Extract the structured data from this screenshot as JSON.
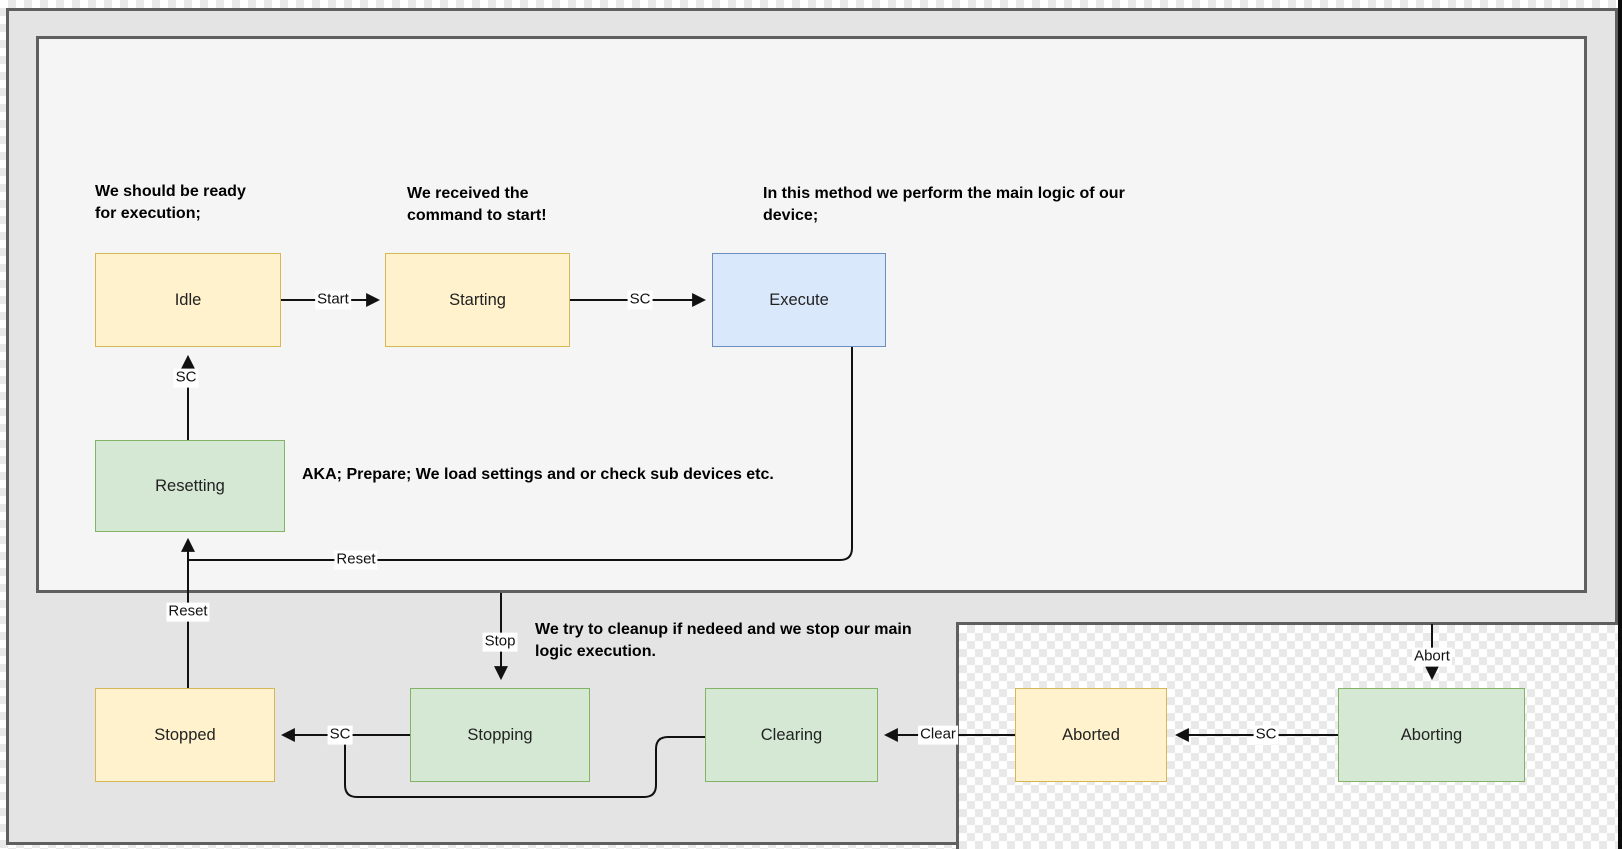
{
  "diagram": {
    "title_hint": "Device state machine diagram",
    "states": {
      "idle": {
        "label": "Idle",
        "color": "#fff2cc"
      },
      "starting": {
        "label": "Starting",
        "color": "#fff2cc"
      },
      "execute": {
        "label": "Execute",
        "color": "#dae8fc"
      },
      "resetting": {
        "label": "Resetting",
        "color": "#d5e8d4"
      },
      "stopped": {
        "label": "Stopped",
        "color": "#fff2cc"
      },
      "stopping": {
        "label": "Stopping",
        "color": "#d5e8d4"
      },
      "clearing": {
        "label": "Clearing",
        "color": "#d5e8d4"
      },
      "aborted": {
        "label": "Aborted",
        "color": "#fff2cc"
      },
      "aborting": {
        "label": "Aborting",
        "color": "#d5e8d4"
      }
    },
    "transitions": {
      "idle_to_starting": {
        "label": "Start",
        "from": "Idle",
        "to": "Starting"
      },
      "starting_to_execute": {
        "label": "SC",
        "from": "Starting",
        "to": "Execute"
      },
      "execute_to_resetting": {
        "label": "Reset",
        "from": "Execute",
        "to": "Resetting"
      },
      "stopped_to_resetting": {
        "label": "Reset",
        "from": "Stopped",
        "to": "Resetting"
      },
      "resetting_to_idle": {
        "label": "SC",
        "from": "Resetting",
        "to": "Idle"
      },
      "stop_to_stopping": {
        "label": "Stop",
        "from": "",
        "to": "Stopping"
      },
      "stopping_to_stopped": {
        "label": "SC",
        "from": "Stopping",
        "to": "Stopped"
      },
      "clearing_to_stopped": {
        "label": "",
        "from": "Clearing",
        "to": "Stopped"
      },
      "aborted_to_clearing": {
        "label": "Clear",
        "from": "Aborted",
        "to": "Clearing"
      },
      "aborting_to_aborted": {
        "label": "SC",
        "from": "Aborting",
        "to": "Aborted"
      },
      "abort_to_aborting": {
        "label": "Abort",
        "from": "",
        "to": "Aborting"
      }
    },
    "notes": {
      "note_idle": "We should be ready\nfor execution;",
      "note_starting": "We received the\ncommand to start!",
      "note_execute": "In this method we perform the main logic of our\ndevice;",
      "note_resetting": "AKA; Prepare; We load settings and or check sub devices etc.",
      "note_stopping": "We try to cleanup if nedeed and we stop our main\nlogic execution."
    },
    "colors": {
      "yellow_fill": "#fff2cc",
      "yellow_border": "#d6b656",
      "green_fill": "#d5e8d4",
      "green_border": "#82b366",
      "blue_fill": "#dae8fc",
      "blue_border": "#6c8ebf",
      "panel_border": "#5f5f5f",
      "outer_background": "#e4e4e4",
      "inner_background": "#f5f5f5",
      "wire": "#111111"
    }
  }
}
